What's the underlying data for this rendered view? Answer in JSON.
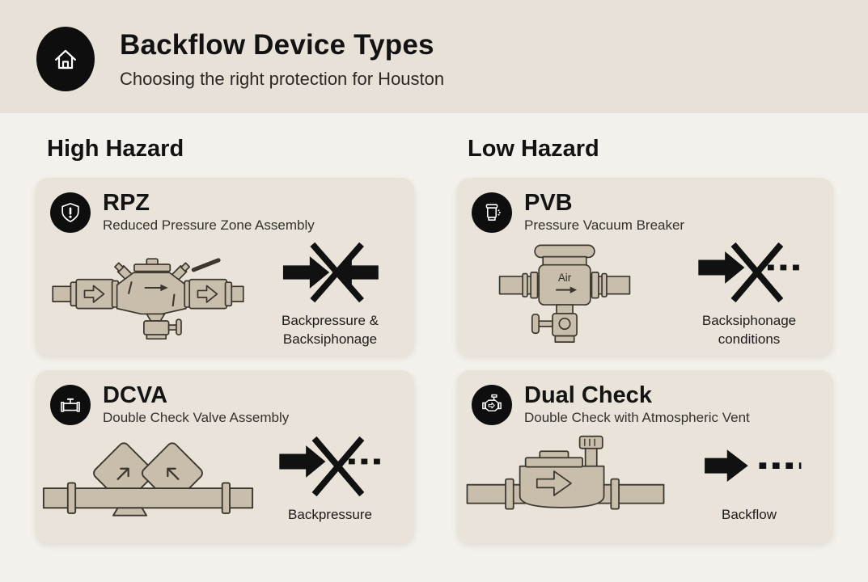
{
  "palette": {
    "page_bg": "#f4f1ec",
    "header_bg": "#e8e1d7",
    "card_bg": "#e9e3d9",
    "ink": "#141414",
    "muted_ink": "#33322e",
    "illustration_fill": "#c9beab",
    "illustration_stroke": "#3a372f"
  },
  "header": {
    "icon": "house-icon",
    "title": "Backflow Device Types",
    "subtitle": "Choosing the right protection for Houston"
  },
  "columns": [
    {
      "heading": "High Hazard",
      "cards": [
        {
          "abbr": "RPZ",
          "full_name": "Reduced Pressure Zone Assembly",
          "badge_icon": "shield-alert-icon",
          "illustration": "rpz-assembly-diagram",
          "flow_icon": "flow-blocked-both-directions-icon",
          "protection_label": "Backpressure & Backsiphonage"
        },
        {
          "abbr": "DCVA",
          "full_name": "Double Check Valve Assembly",
          "badge_icon": "check-valve-icon",
          "illustration": "dcva-assembly-diagram",
          "flow_icon": "flow-blocked-dashed-icon",
          "protection_label": "Backpressure"
        }
      ]
    },
    {
      "heading": "Low Hazard",
      "cards": [
        {
          "abbr": "PVB",
          "full_name": "Pressure Vacuum Breaker",
          "badge_icon": "vacuum-breaker-icon",
          "illustration": "pvb-assembly-diagram",
          "illustration_label": "Air",
          "flow_icon": "flow-blocked-dashed-icon",
          "protection_label": "Backsiphonage conditions"
        },
        {
          "abbr": "Dual Check",
          "full_name": "Double Check with Atmospheric Vent",
          "badge_icon": "dual-check-valve-icon",
          "illustration": "dual-check-diagram",
          "flow_icon": "flow-dashed-icon",
          "protection_label": "Backflow"
        }
      ]
    }
  ]
}
